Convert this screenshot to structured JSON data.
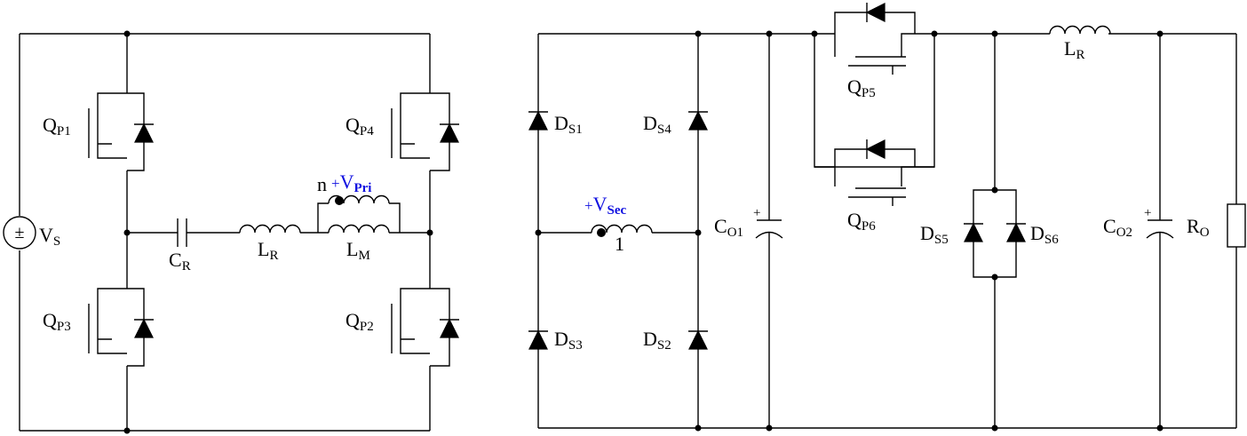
{
  "primary": {
    "source": {
      "main": "V",
      "sub": "S",
      "polarity": "±"
    },
    "switches": [
      {
        "id": "qp1",
        "main": "Q",
        "sub": "P1"
      },
      {
        "id": "qp4",
        "main": "Q",
        "sub": "P4"
      },
      {
        "id": "qp3",
        "main": "Q",
        "sub": "P3"
      },
      {
        "id": "qp2",
        "main": "Q",
        "sub": "P2"
      }
    ],
    "resonant_cap": {
      "main": "C",
      "sub": "R"
    },
    "resonant_ind": {
      "main": "L",
      "sub": "R"
    },
    "magnetizing_ind": {
      "main": "L",
      "sub": "M"
    },
    "turns": "n",
    "voltage": {
      "sign": "+",
      "main": "V",
      "sub": "Pri"
    }
  },
  "secondary": {
    "diodes": [
      {
        "id": "ds1",
        "main": "D",
        "sub": "S1"
      },
      {
        "id": "ds4",
        "main": "D",
        "sub": "S4"
      },
      {
        "id": "ds3",
        "main": "D",
        "sub": "S3"
      },
      {
        "id": "ds2",
        "main": "D",
        "sub": "S2"
      },
      {
        "id": "ds5",
        "main": "D",
        "sub": "S5"
      },
      {
        "id": "ds6",
        "main": "D",
        "sub": "S6"
      }
    ],
    "turns": "1",
    "voltage": {
      "sign": "+",
      "main": "V",
      "sub": "Sec"
    },
    "cap1": {
      "main": "C",
      "sub": "O1",
      "plus": "+"
    },
    "cap2": {
      "main": "C",
      "sub": "O2",
      "plus": "+"
    },
    "switches": [
      {
        "id": "qp5",
        "main": "Q",
        "sub": "P5"
      },
      {
        "id": "qp6",
        "main": "Q",
        "sub": "P6"
      }
    ],
    "inductor": {
      "main": "L",
      "sub": "R"
    },
    "load": {
      "main": "R",
      "sub": "O"
    }
  },
  "colors": {
    "wire": "#000000",
    "annotation": "#1010e0"
  }
}
